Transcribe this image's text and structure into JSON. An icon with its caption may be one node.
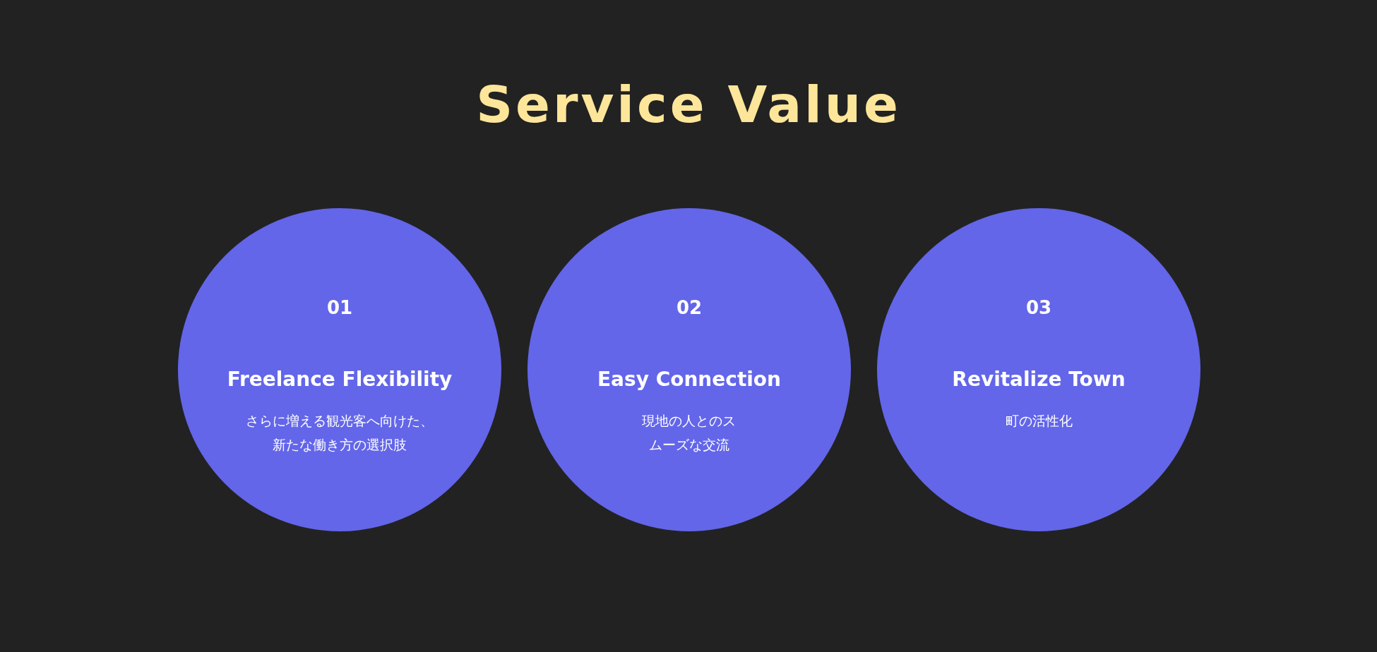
{
  "diagram": {
    "title": "Service Value",
    "nodes": [
      {
        "text": [
          "01",
          "Freelance Flexibility",
          "さらに増える観光客へ向けた、新たな働き方の選択肢"
        ]
      },
      {
        "text": [
          "02",
          "Easy Connection",
          "現地の人とのスムーズな交流"
        ]
      },
      {
        "text": [
          "03",
          "Revitalize Town",
          "町の活性化"
        ]
      }
    ]
  }
}
